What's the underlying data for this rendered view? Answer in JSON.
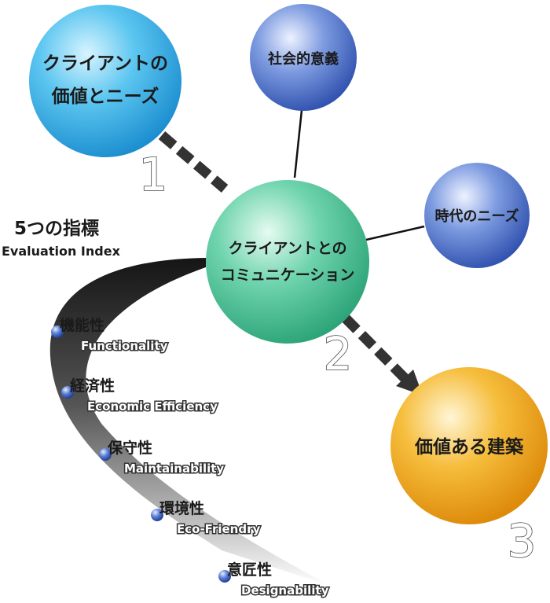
{
  "diagram": {
    "nodes": {
      "client_values": {
        "line1": "クライアントの",
        "line2": "価値とニーズ"
      },
      "social_significance": {
        "label": "社会的意義"
      },
      "era_needs": {
        "label": "時代のニーズ"
      },
      "client_communication": {
        "line1": "クライアントとの",
        "line2": "コミュニケーション"
      },
      "valuable_architecture": {
        "label": "価値ある建築"
      }
    },
    "steps": [
      "1",
      "2",
      "3"
    ],
    "evaluation_index": {
      "title": "5つの指標",
      "subtitle": "Evaluation Index",
      "items": [
        {
          "jp": "機能性",
          "en": "Functionality"
        },
        {
          "jp": "経済性",
          "en": "Economic Efficiency"
        },
        {
          "jp": "保守性",
          "en": "Maintainability"
        },
        {
          "jp": "環境性",
          "en": "Eco-Friendry"
        },
        {
          "jp": "意匠性",
          "en": "Designability"
        }
      ]
    },
    "colors": {
      "client_values": "#3fb6ea",
      "social_significance": "#4f74c7",
      "era_needs": "#4f74c7",
      "client_communication": "#4cc79a",
      "valuable_architecture": "#f0a716",
      "arrow": "#333333",
      "index_band": "#1e1e1e"
    }
  }
}
